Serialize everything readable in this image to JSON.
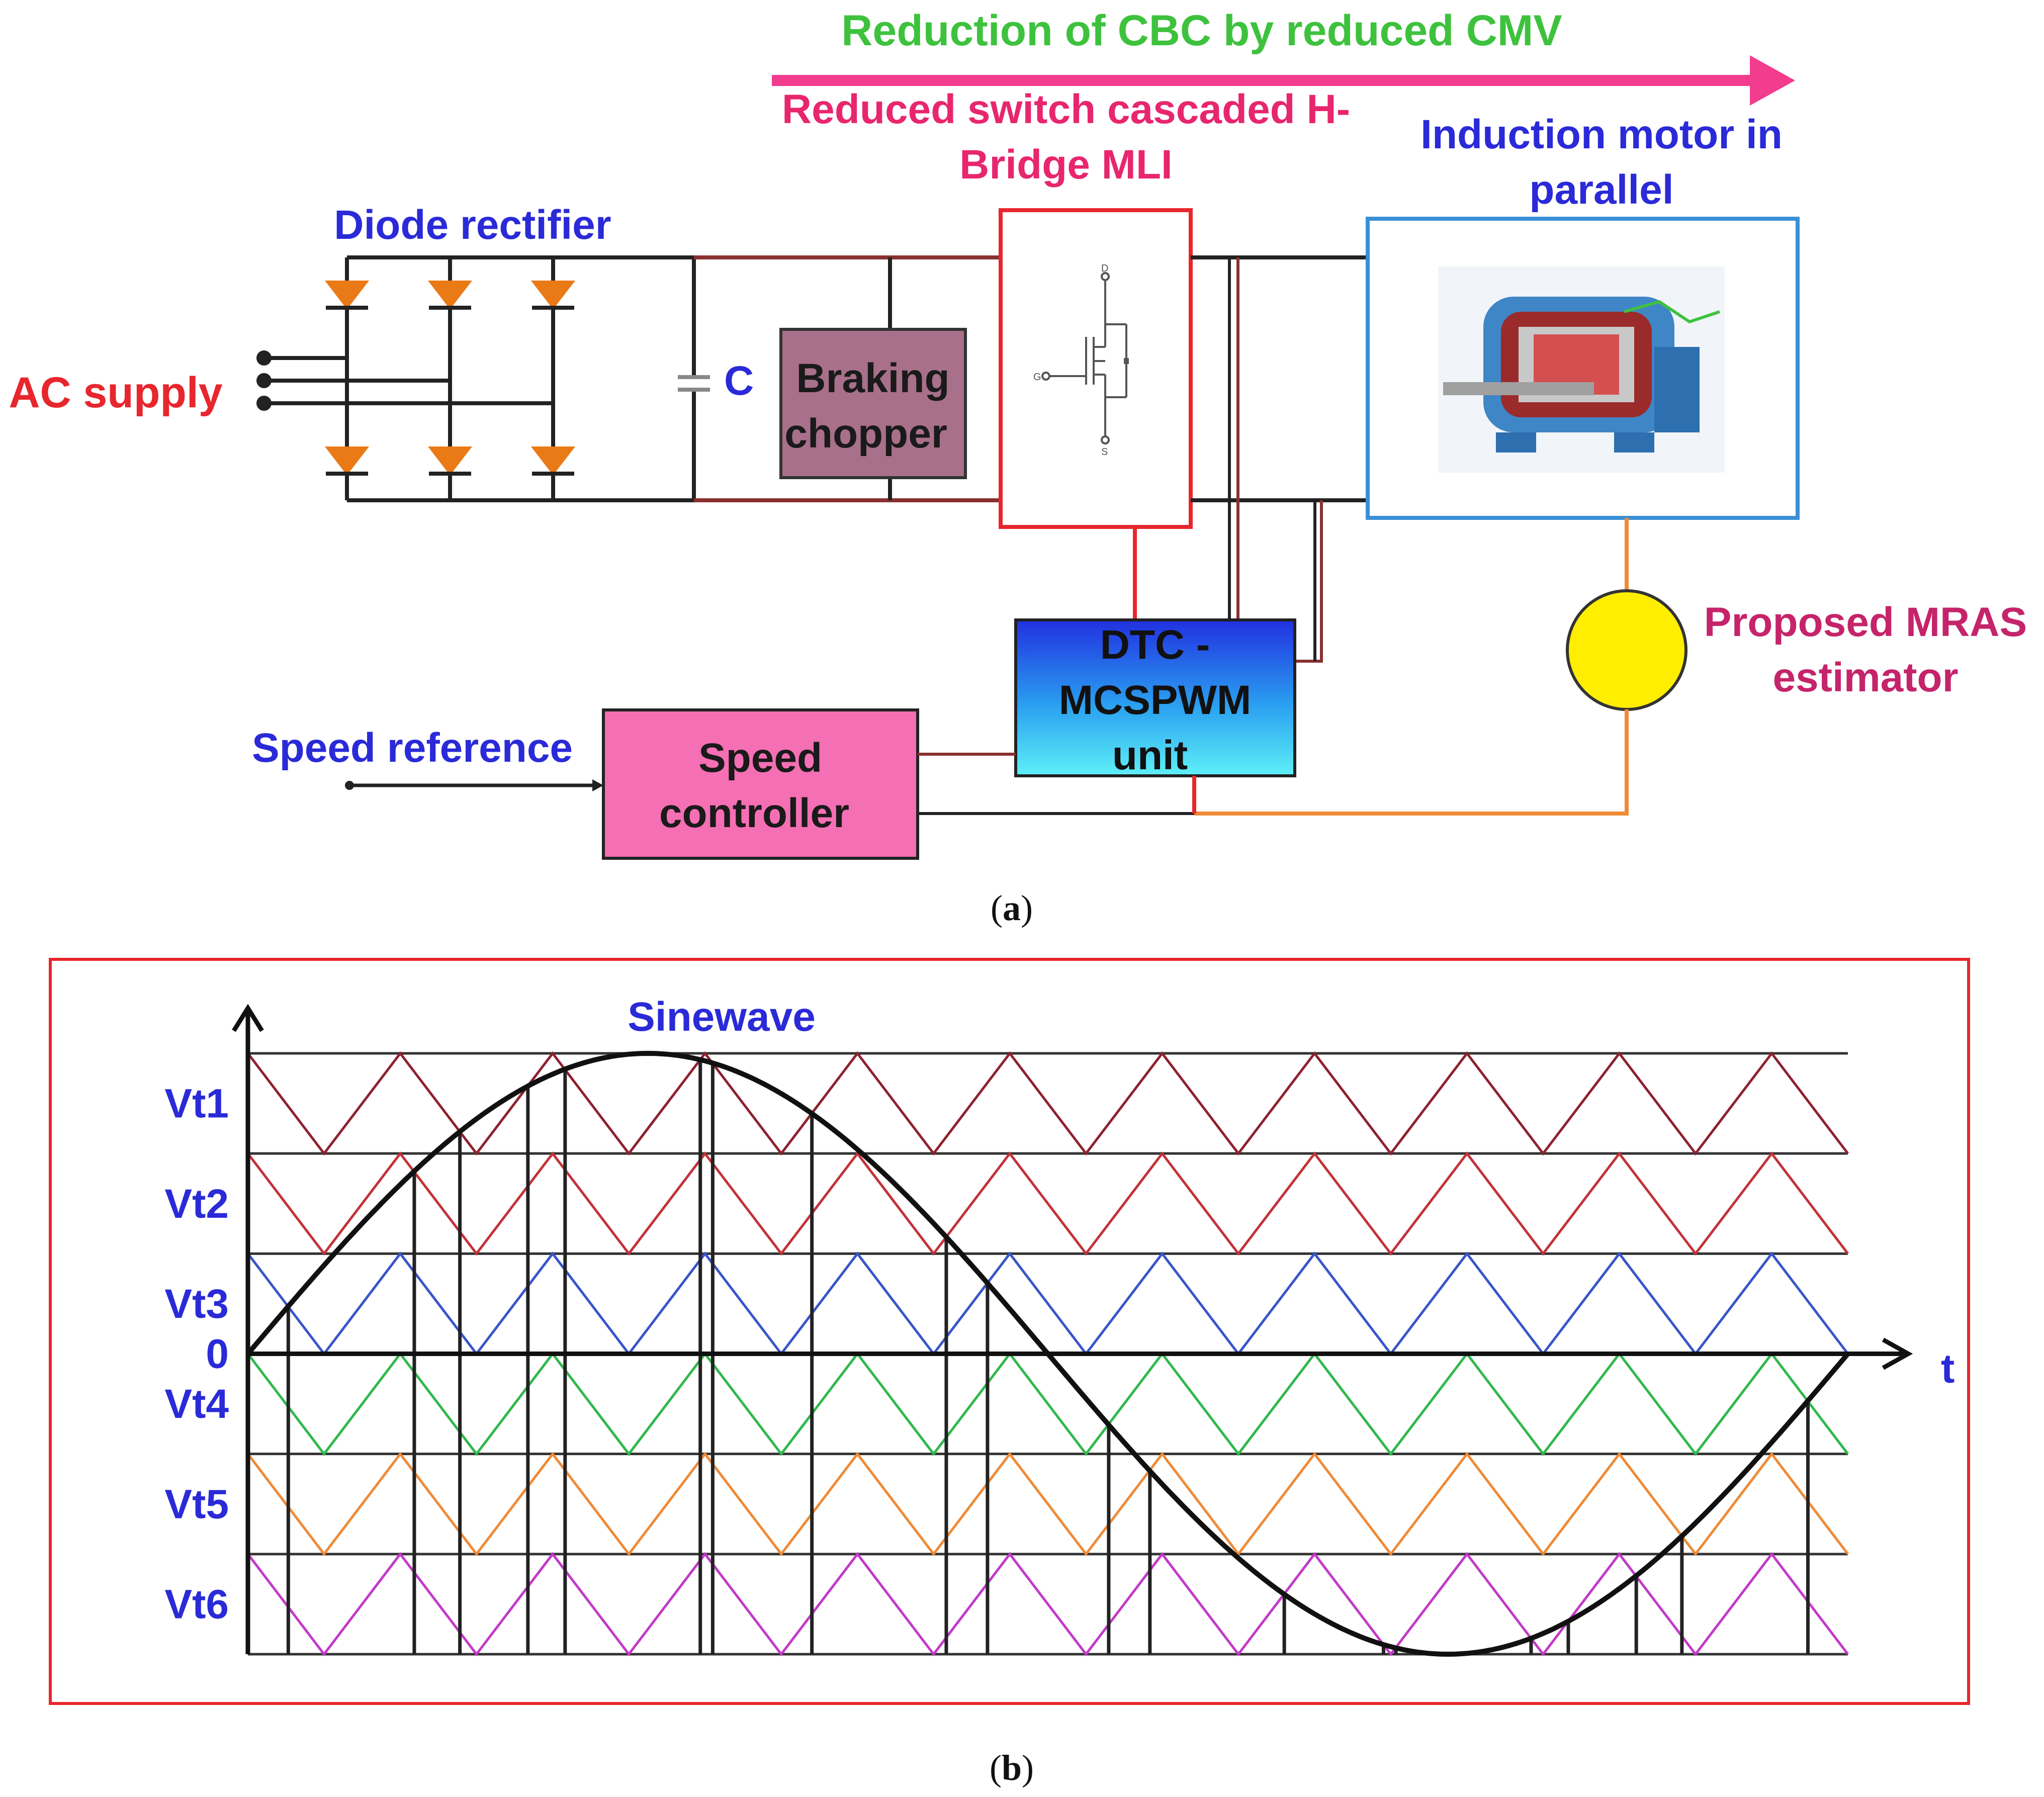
{
  "diagram_a": {
    "title_arrow": "Reduction of CBC  by reduced CMV",
    "ac_supply": "AC supply",
    "diode_rectifier": "Diode rectifier",
    "capacitor": "C",
    "braking_chopper_line1": "Braking",
    "braking_chopper_line2": "chopper",
    "mli_line1": "Reduced switch cascaded H-",
    "mli_line2": "Bridge MLI",
    "motor_line1": "Induction motor in",
    "motor_line2": "parallel",
    "dtc_line1": "DTC -",
    "dtc_line2": "MCSPWM",
    "dtc_line3": "unit",
    "mras_line1": "Proposed MRAS",
    "mras_line2": "estimator",
    "speed_reference": "Speed reference",
    "speed_ctrl_line1": "Speed",
    "speed_ctrl_line2": "controller",
    "mosfet_labels": {
      "d": "D",
      "g": "G",
      "s": "S"
    },
    "caption": "(a)",
    "caption_letter": "a",
    "colors": {
      "title_green": "#3ec23e",
      "arrow_pink": "#f23c8e",
      "label_red": "#e8262d",
      "label_blue": "#2a2ad8",
      "label_pink": "#e8266e",
      "label_magenta": "#c5246a",
      "braking_fill": "#a8708a",
      "speed_fill": "#f56fb4",
      "mras_fill": "#ffee00",
      "diode_fill": "#ea7a15"
    }
  },
  "chart_data": {
    "type": "line",
    "title": "Sinewave",
    "xlabel": "t",
    "y_tick_labels": [
      "Vt1",
      "Vt2",
      "Vt3",
      "0",
      "Vt4",
      "Vt5",
      "Vt6"
    ],
    "carrier_bands": [
      {
        "name": "Vt1",
        "color": "#8e2230",
        "min": 2,
        "max": 3
      },
      {
        "name": "Vt2",
        "color": "#c2323a",
        "min": 1,
        "max": 2
      },
      {
        "name": "Vt3",
        "color": "#3a55c8",
        "min": 0,
        "max": 1
      },
      {
        "name": "Vt4",
        "color": "#2fb84c",
        "min": -1,
        "max": 0
      },
      {
        "name": "Vt5",
        "color": "#ef8a36",
        "min": -2,
        "max": -1
      },
      {
        "name": "Vt6",
        "color": "#c23ac8",
        "min": -3,
        "max": -2
      }
    ],
    "carrier_periods": 10.5,
    "sine": {
      "amplitude": 3,
      "cycles": 1
    },
    "ylim": [
      -3,
      3
    ],
    "caption": "(b)",
    "caption_letter": "b"
  }
}
